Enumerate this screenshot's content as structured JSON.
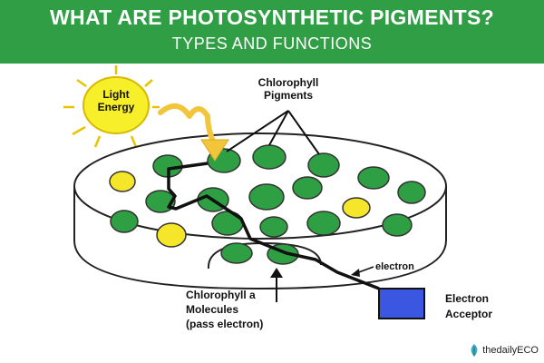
{
  "header": {
    "title": "WHAT ARE PHOTOSYNTHETIC PIGMENTS?",
    "subtitle": "TYPES AND FUNCTIONS"
  },
  "diagram": {
    "sun_label_line1": "Light",
    "sun_label_line2": "Energy",
    "pigments_label_line1": "Chlorophyll",
    "pigments_label_line2": "Pigments",
    "electron_label": "electron",
    "acceptor_label_line1": "Electron",
    "acceptor_label_line2": "Acceptor",
    "chl_a_line1": "Chlorophyll a",
    "chl_a_line2": "Molecules",
    "chl_a_line3": "(pass electron)"
  },
  "brand": {
    "name": "thedailyECO"
  },
  "colors": {
    "banner": "#2f9e45",
    "chlorophyll": "#2ea043",
    "carotenoid": "#f5e62a",
    "sun": "#f7ef2a",
    "arrow": "#f2c53a",
    "acceptor": "#3b56e0"
  }
}
